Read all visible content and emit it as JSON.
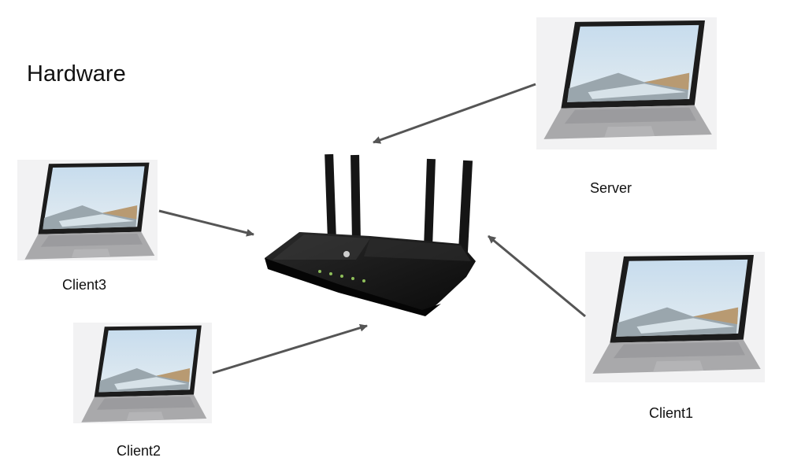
{
  "title": "Hardware",
  "nodes": {
    "server": "Server",
    "client1": "Client1",
    "client2": "Client2",
    "client3": "Client3"
  },
  "icons": {
    "router": "router-icon",
    "laptop": "laptop-icon"
  },
  "colors": {
    "arrow": "#555555",
    "router": "#111111",
    "laptop_body": "#a9a9ab",
    "screen_sky": "#b9d4e6"
  }
}
